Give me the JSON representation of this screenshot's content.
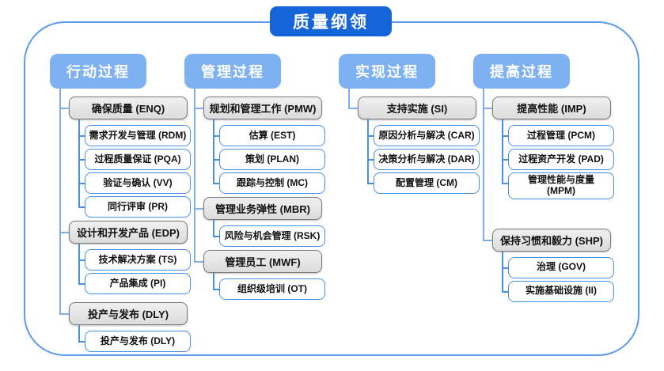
{
  "title": "质量纲领",
  "colors": {
    "title_bg": "#1565d8",
    "column_header_bg": "#7eb1f1",
    "connector_trunk": "#7fadee",
    "connector_leaf": "#4a90e2",
    "group_fill": "#e6e6e6",
    "group_border": "#7a7a7a",
    "leaf_border": "#4a90e2",
    "outer_border": "#5b9bf0"
  },
  "columns": [
    {
      "header": "行动过程",
      "groups": [
        {
          "label": "确保质量 (ENQ)",
          "items": [
            "需求开发与管理 (RDM)",
            "过程质量保证 (PQA)",
            "验证与确认 (VV)",
            "同行评审 (PR)"
          ]
        },
        {
          "label": "设计和开发产品 (EDP)",
          "items": [
            "技术解决方案 (TS)",
            "产品集成 (PI)"
          ]
        },
        {
          "label": "投产与发布 (DLY)",
          "items": [
            "投产与发布 (DLY)"
          ]
        }
      ]
    },
    {
      "header": "管理过程",
      "groups": [
        {
          "label": "规划和管理工作 (PMW)",
          "items": [
            "估算 (EST)",
            "策划 (PLAN)",
            "跟踪与控制 (MC)"
          ]
        },
        {
          "label": "管理业务弹性 (MBR)",
          "items": [
            "风险与机会管理 (RSK)"
          ]
        },
        {
          "label": "管理员工 (MWF)",
          "items": [
            "组织级培训 (OT)"
          ]
        }
      ]
    },
    {
      "header": "实现过程",
      "groups": [
        {
          "label": "支持实施 (SI)",
          "items": [
            "原因分析与解决 (CAR)",
            "决策分析与解决 (DAR)",
            "配置管理 (CM)"
          ]
        }
      ]
    },
    {
      "header": "提高过程",
      "groups": [
        {
          "label": "提高性能 (IMP)",
          "items": [
            "过程管理 (PCM)",
            "过程资产开发 (PAD)",
            "管理性能与度量\n(MPM)"
          ]
        },
        {
          "label": "保持习惯和毅力 (SHP)",
          "items": [
            "治理 (GOV)",
            "实施基础设施 (II)"
          ]
        }
      ]
    }
  ]
}
